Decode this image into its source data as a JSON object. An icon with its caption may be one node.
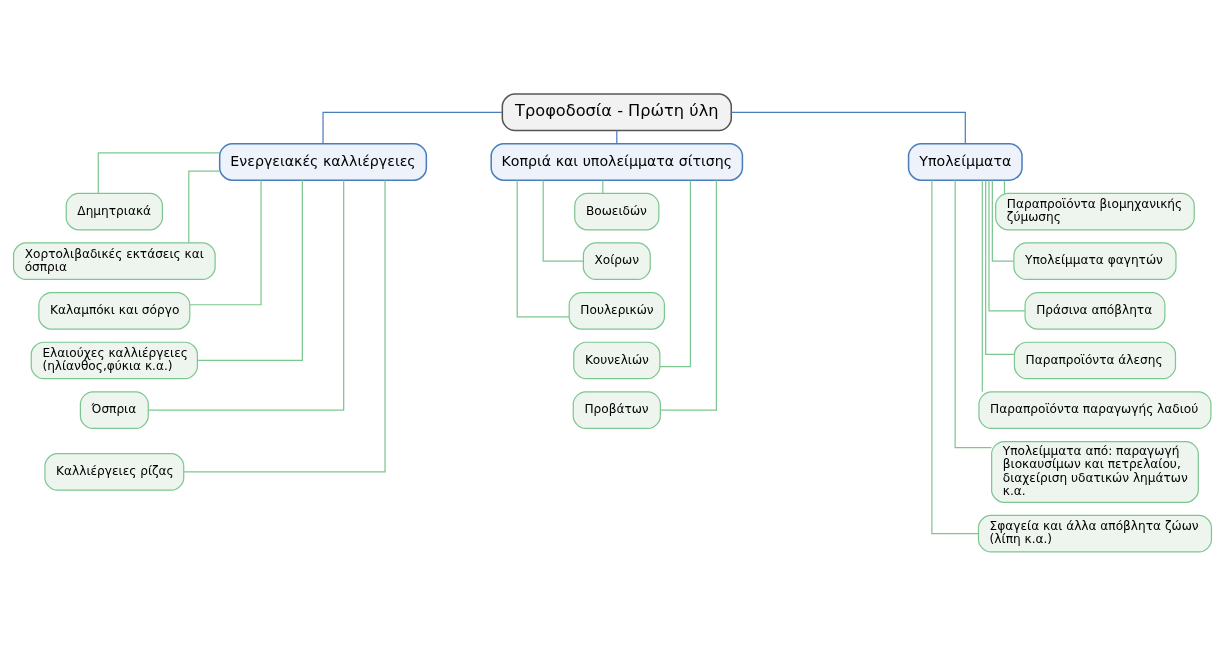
{
  "diagram": {
    "nodes": [
      {
        "text": [
          "Τροφοδοσία - Πρώτη ύλη"
        ]
      },
      {
        "text": [
          "Ενεργειακές καλλιέργειες"
        ]
      },
      {
        "text": [
          "Κοπριά και υπολείμματα σίτισης"
        ]
      },
      {
        "text": [
          "Υπολείμματα"
        ]
      },
      {
        "text": [
          "Δημητριακά"
        ]
      },
      {
        "text": [
          "Χορτολιβαδικές εκτάσεις και όσπρια"
        ]
      },
      {
        "text": [
          "Καλαμπόκι και σόργο"
        ]
      },
      {
        "text": [
          "Ελαιούχες καλλιέργειες (ηλίανθος,φύκια κ.α.)"
        ]
      },
      {
        "text": [
          "Όσπρια"
        ]
      },
      {
        "text": [
          "Καλλιέργειες ρίζας"
        ]
      },
      {
        "text": [
          "Βοωειδών"
        ]
      },
      {
        "text": [
          "Χοίρων"
        ]
      },
      {
        "text": [
          "Πουλερικών"
        ]
      },
      {
        "text": [
          "Κουνελιών"
        ]
      },
      {
        "text": [
          "Προβάτων"
        ]
      },
      {
        "text": [
          "Παραπροϊόντα βιομηχανικής ζύμωσης"
        ]
      },
      {
        "text": [
          "Υπολείμματα φαγητών"
        ]
      },
      {
        "text": [
          "Πράσινα απόβλητα"
        ]
      },
      {
        "text": [
          "Παραπροϊόντα άλεσης"
        ]
      },
      {
        "text": [
          "Παραπροϊόντα παραγωγής λαδιού"
        ]
      },
      {
        "text": [
          "Υπολείμματα από: παραγωγή βιοκαυσίμων και πετρελαίου, διαχείριση υδατικών λημάτων κ.α."
        ]
      },
      {
        "text": [
          "Σφαγεία και άλλα απόβλητα ζώων (λίπη κ.α.)"
        ]
      }
    ],
    "edges": [
      {
        "from": 0,
        "to": 1,
        "arrow": "none",
        "color": "#4a7ebb"
      },
      {
        "from": 0,
        "to": 2,
        "arrow": "none",
        "color": "#4a7ebb"
      },
      {
        "from": 0,
        "to": 3,
        "arrow": "none",
        "color": "#4a7ebb"
      },
      {
        "from": 1,
        "to": 4,
        "arrow": "none"
      },
      {
        "from": 1,
        "to": 5,
        "arrow": "none"
      },
      {
        "from": 1,
        "to": 6,
        "arrow": "none"
      },
      {
        "from": 1,
        "to": 7,
        "arrow": "none"
      },
      {
        "from": 1,
        "to": 8,
        "arrow": "none"
      },
      {
        "from": 1,
        "to": 9,
        "arrow": "none"
      },
      {
        "from": 2,
        "to": 10,
        "arrow": "none"
      },
      {
        "from": 2,
        "to": 11,
        "arrow": "none"
      },
      {
        "from": 2,
        "to": 12,
        "arrow": "none"
      },
      {
        "from": 2,
        "to": 13,
        "arrow": "none"
      },
      {
        "from": 2,
        "to": 14,
        "arrow": "none"
      },
      {
        "from": 3,
        "to": 15,
        "arrow": "none"
      },
      {
        "from": 3,
        "to": 16,
        "arrow": "none"
      },
      {
        "from": 3,
        "to": 17,
        "arrow": "none"
      },
      {
        "from": 3,
        "to": 18,
        "arrow": "none"
      },
      {
        "from": 3,
        "to": 19,
        "arrow": "none"
      },
      {
        "from": 3,
        "to": 20,
        "arrow": "none"
      },
      {
        "from": 3,
        "to": 21,
        "arrow": "none"
      }
    ]
  }
}
